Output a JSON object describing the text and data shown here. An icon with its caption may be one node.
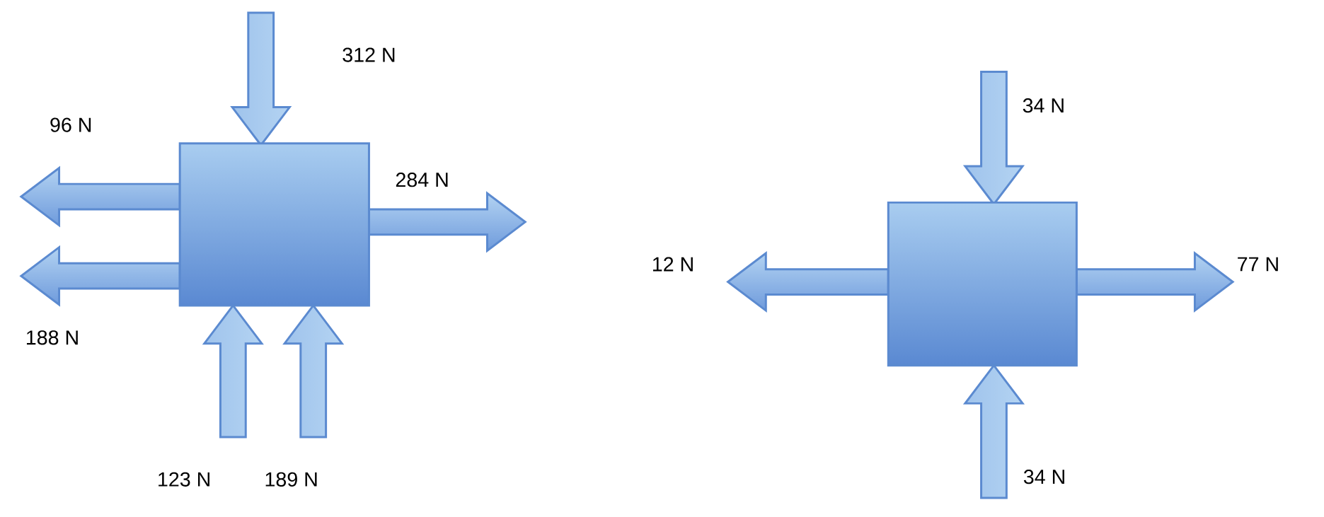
{
  "diagram": {
    "nodes": [
      {
        "text": [],
        "shape": "box"
      },
      {
        "text": [],
        "shape": "box"
      }
    ],
    "labels": [
      "312 N",
      "96 N",
      "284 N",
      "188 N",
      "123 N",
      "189 N",
      "34 N",
      "12 N",
      "77 N",
      "34 N"
    ]
  }
}
